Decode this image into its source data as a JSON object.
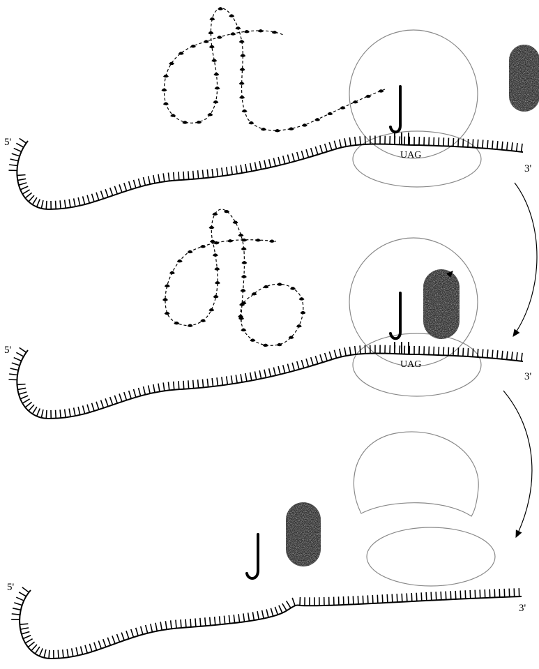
{
  "panels": [
    {
      "five_prime": "5'",
      "three_prime": "3'",
      "codon": "UAG"
    },
    {
      "five_prime": "5'",
      "three_prime": "3'",
      "codon": "UAG"
    },
    {
      "five_prime": "5'",
      "three_prime": "3'"
    }
  ],
  "colors": {
    "line": "#000000",
    "ribosome": "#9a9a9a",
    "release_factor": "#2a2a2a"
  }
}
